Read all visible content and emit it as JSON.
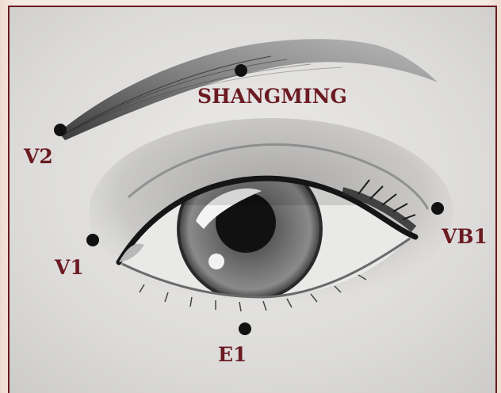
{
  "colors": {
    "frame_border": "#6b1a22",
    "label_text": "#6b1a22",
    "point_marker": "#111111",
    "paper_background": "#d9d8d6",
    "outer_background": "#f3e4d8"
  },
  "points": [
    {
      "id": "shangming",
      "label": "SHANGMING"
    },
    {
      "id": "v2",
      "label": "V2"
    },
    {
      "id": "v1",
      "label": "V1"
    },
    {
      "id": "vb1",
      "label": "VB1"
    },
    {
      "id": "e1",
      "label": "E1"
    }
  ]
}
